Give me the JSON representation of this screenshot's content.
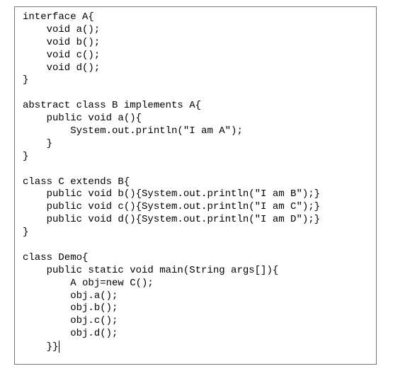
{
  "code": {
    "lines": [
      "interface A{",
      "    void a();",
      "    void b();",
      "    void c();",
      "    void d();",
      "}",
      "",
      "abstract class B implements A{",
      "    public void a(){",
      "        System.out.println(\"I am A\");",
      "    }",
      "}",
      "",
      "class C extends B{",
      "    public void b(){System.out.println(\"I am B\");}",
      "    public void c(){System.out.println(\"I am C\");}",
      "    public void d(){System.out.println(\"I am D\");}",
      "}",
      "",
      "class Demo{",
      "    public static void main(String args[]){",
      "        A obj=new C();",
      "        obj.a();",
      "        obj.b();",
      "        obj.c();",
      "        obj.d();",
      "    }}"
    ]
  }
}
